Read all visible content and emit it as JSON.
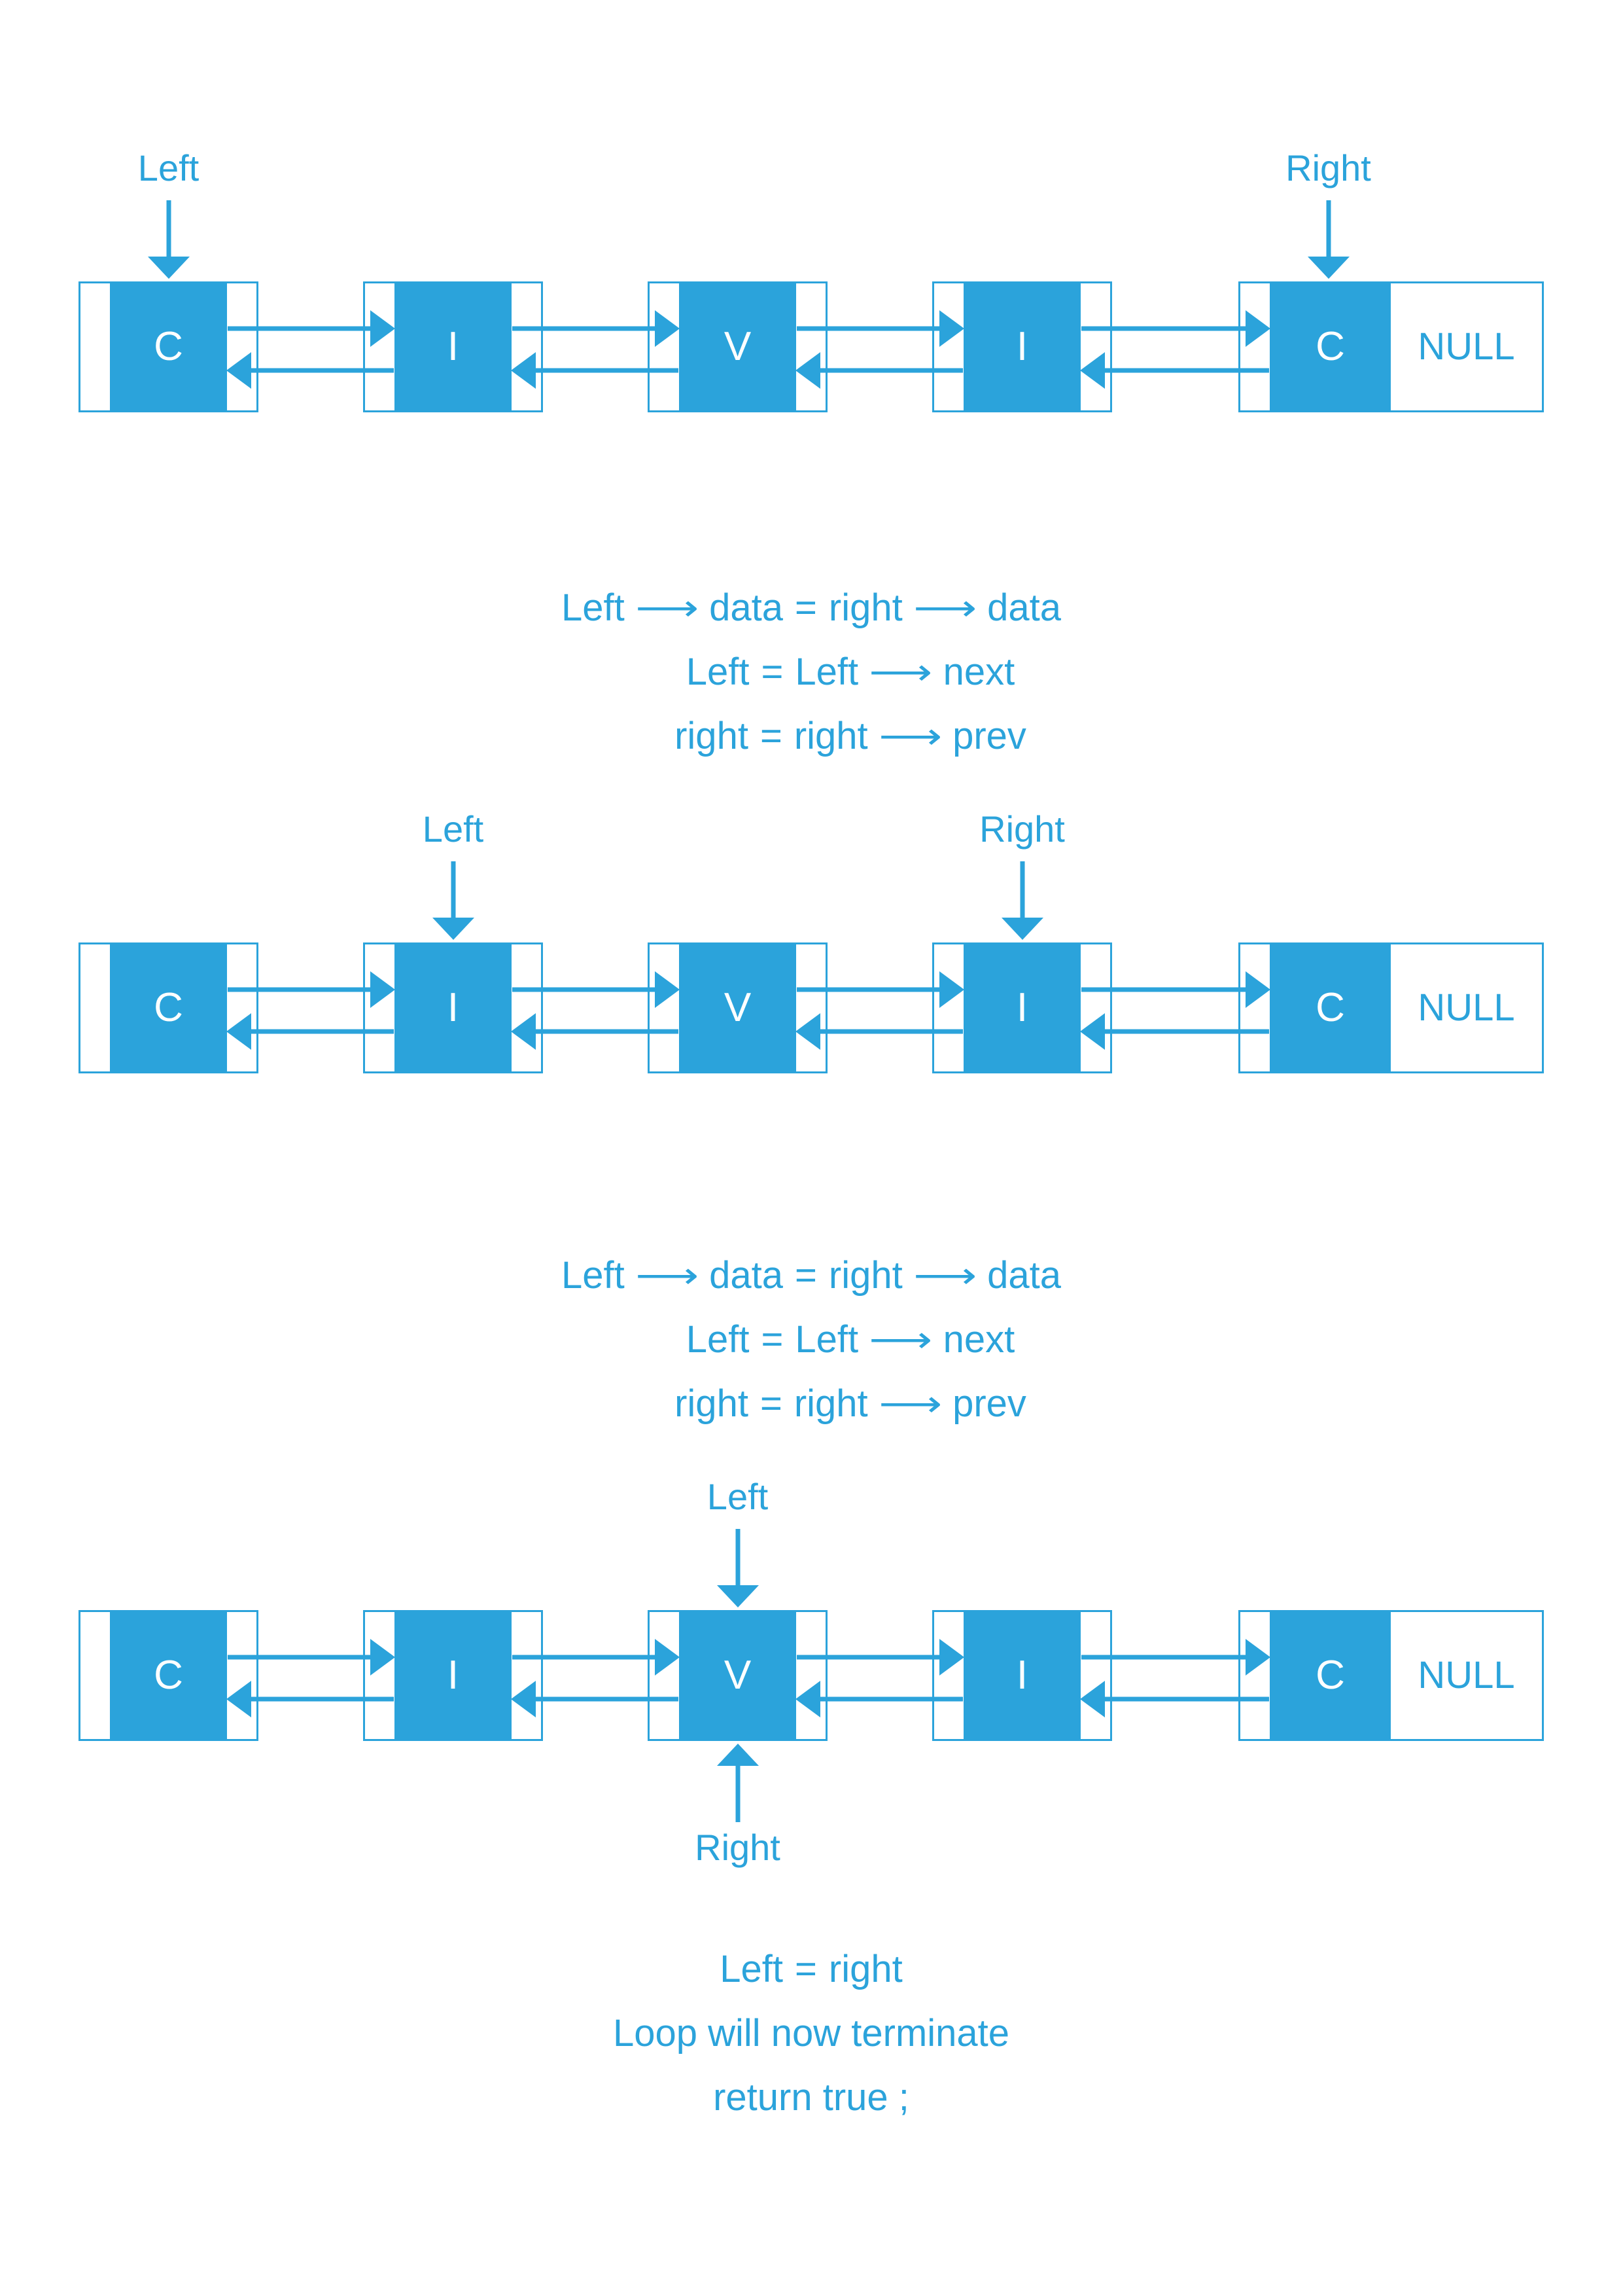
{
  "theme": {
    "accent": "#2BA3DB",
    "background": "#FFFFFF",
    "node_text": "#FFFFFF",
    "null_text": "#2BA3DB"
  },
  "diagram": {
    "title_visible": false,
    "type": "doubly-linked-list-palindrome-check",
    "node_values": [
      "C",
      "I",
      "V",
      "I",
      "C"
    ],
    "tail_marker": "NULL",
    "link_arrow_forward": "next",
    "link_arrow_backward": "prev"
  },
  "steps": [
    {
      "id": "step-1",
      "nodes": [
        {
          "value": "C",
          "tail": false
        },
        {
          "value": "I",
          "tail": false
        },
        {
          "value": "V",
          "tail": false
        },
        {
          "value": "I",
          "tail": false
        },
        {
          "value": "C",
          "tail": true,
          "null_label": "NULL"
        }
      ],
      "pointers": [
        {
          "name": "Left",
          "label": "Left",
          "target_index": 0,
          "position": "above"
        },
        {
          "name": "Right",
          "label": "Right",
          "target_index": 4,
          "position": "above"
        }
      ],
      "code": [
        {
          "parts": [
            "Left",
            "⟶",
            "data",
            "=",
            "right",
            "⟶",
            "data"
          ],
          "align": "center"
        },
        {
          "parts": [
            "Left",
            "=",
            "Left",
            "⟶",
            "next"
          ],
          "align": "center"
        },
        {
          "parts": [
            "right",
            "=",
            "right",
            "⟶",
            "prev"
          ],
          "align": "center"
        }
      ]
    },
    {
      "id": "step-2",
      "nodes": [
        {
          "value": "C",
          "tail": false
        },
        {
          "value": "I",
          "tail": false
        },
        {
          "value": "V",
          "tail": false
        },
        {
          "value": "I",
          "tail": false
        },
        {
          "value": "C",
          "tail": true,
          "null_label": "NULL"
        }
      ],
      "pointers": [
        {
          "name": "Left",
          "label": "Left",
          "target_index": 1,
          "position": "above"
        },
        {
          "name": "Right",
          "label": "Right",
          "target_index": 3,
          "position": "above"
        }
      ],
      "code": [
        {
          "parts": [
            "Left",
            "⟶",
            "data",
            "=",
            "right",
            "⟶",
            "data"
          ],
          "align": "center"
        },
        {
          "parts": [
            "Left",
            "=",
            "Left",
            "⟶",
            "next"
          ],
          "align": "center"
        },
        {
          "parts": [
            "right",
            "=",
            "right",
            "⟶",
            "prev"
          ],
          "align": "center"
        }
      ]
    },
    {
      "id": "step-3",
      "nodes": [
        {
          "value": "C",
          "tail": false
        },
        {
          "value": "I",
          "tail": false
        },
        {
          "value": "V",
          "tail": false
        },
        {
          "value": "I",
          "tail": false
        },
        {
          "value": "C",
          "tail": true,
          "null_label": "NULL"
        }
      ],
      "pointers": [
        {
          "name": "Left",
          "label": "Left",
          "target_index": 2,
          "position": "above"
        },
        {
          "name": "Right",
          "label": "Right",
          "target_index": 2,
          "position": "below"
        }
      ],
      "code": [
        {
          "parts": [
            "Left",
            "=",
            "right"
          ],
          "align": "center"
        },
        {
          "text": "Loop will now terminate",
          "align": "center"
        },
        {
          "text": "return true ;",
          "align": "center"
        }
      ]
    }
  ],
  "labels": {
    "left": "Left",
    "right": "Right",
    "null": "NULL",
    "arrow_glyph": "⟶",
    "code_line_1": "Left ⟶ data = right ⟶ data",
    "code_line_2": "Left = Left ⟶ next",
    "code_line_3": "right = right ⟶ prev",
    "code_final_1": "Left = right",
    "code_final_2": "Loop will now terminate",
    "code_final_3": "return true ;"
  }
}
